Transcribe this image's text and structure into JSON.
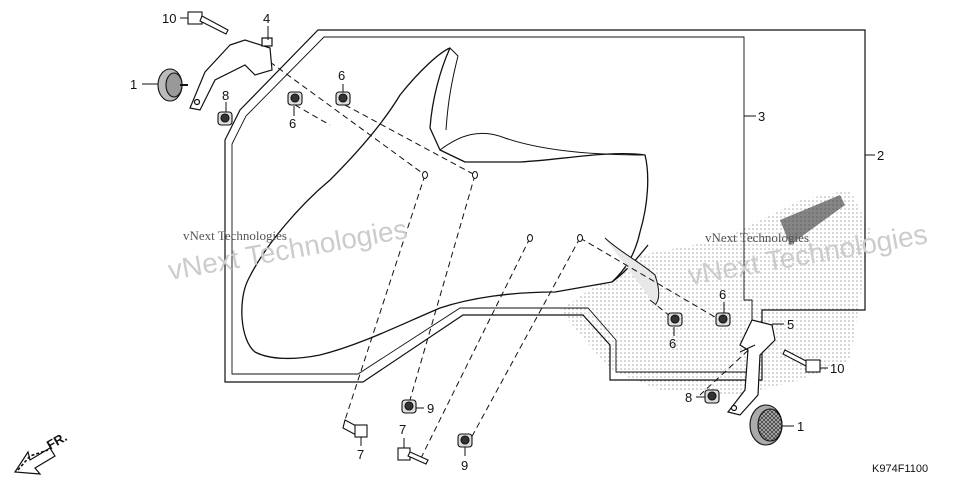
{
  "diagram": {
    "callouts": [
      {
        "id": "c10a",
        "label": "10"
      },
      {
        "id": "c4",
        "label": "4"
      },
      {
        "id": "c1a",
        "label": "1"
      },
      {
        "id": "c8a",
        "label": "8"
      },
      {
        "id": "c6a",
        "label": "6"
      },
      {
        "id": "c6b",
        "label": "6"
      },
      {
        "id": "c3",
        "label": "3"
      },
      {
        "id": "c2",
        "label": "2"
      },
      {
        "id": "c6c",
        "label": "6"
      },
      {
        "id": "c6d",
        "label": "6"
      },
      {
        "id": "c5",
        "label": "5"
      },
      {
        "id": "c10b",
        "label": "10"
      },
      {
        "id": "c8b",
        "label": "8"
      },
      {
        "id": "c1b",
        "label": "1"
      },
      {
        "id": "c9a",
        "label": "9"
      },
      {
        "id": "c7a",
        "label": "7"
      },
      {
        "id": "c7b",
        "label": "7"
      },
      {
        "id": "c9b",
        "label": "9"
      }
    ],
    "front_label": "FR.",
    "diagram_code": "K974F1100",
    "watermarks": {
      "large": "vNext Technologies",
      "small": "vNext Technologies"
    },
    "colors": {
      "line": "#111111",
      "watermark": "#cccccc",
      "stipple": "#9a9a9a"
    }
  }
}
